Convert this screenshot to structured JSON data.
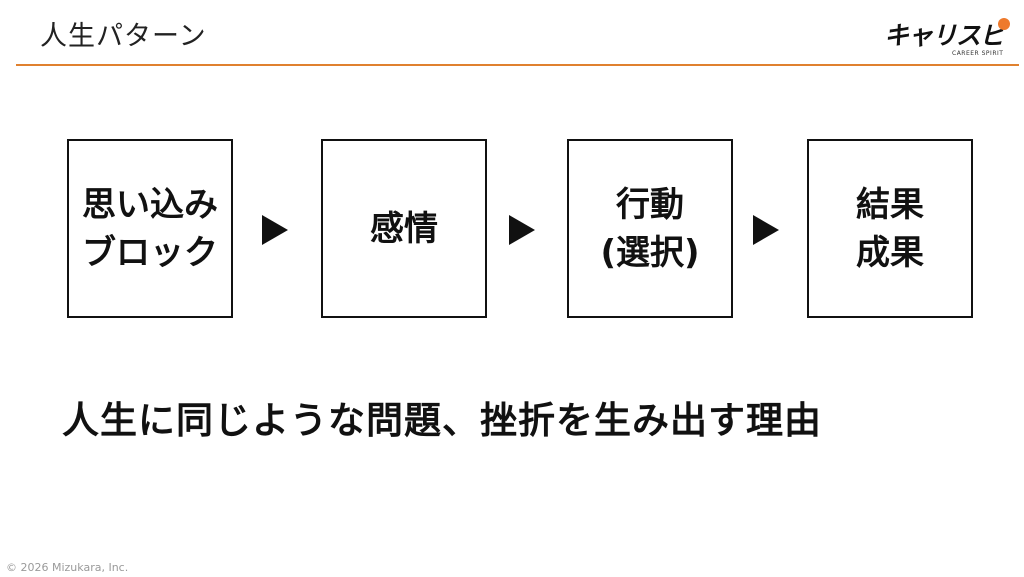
{
  "header": {
    "title": "人生パターン",
    "logo_text": "キャリスピ",
    "logo_subtitle": "CAREER SPIRIT",
    "accent_color": "#e0812f",
    "logo_dot_color": "#ee7a2c"
  },
  "flow": {
    "boxes": [
      {
        "lines": [
          "思い込み",
          "ブロック"
        ]
      },
      {
        "lines": [
          "感情"
        ]
      },
      {
        "lines": [
          "行動",
          "(選択)"
        ]
      },
      {
        "lines": [
          "結果",
          "成果"
        ]
      }
    ],
    "arrow_icon": "triangle-right-icon"
  },
  "caption": "人生に同じような問題、挫折を生み出す理由",
  "footer": {
    "copyright": "© 2026 Mizukara, Inc."
  }
}
